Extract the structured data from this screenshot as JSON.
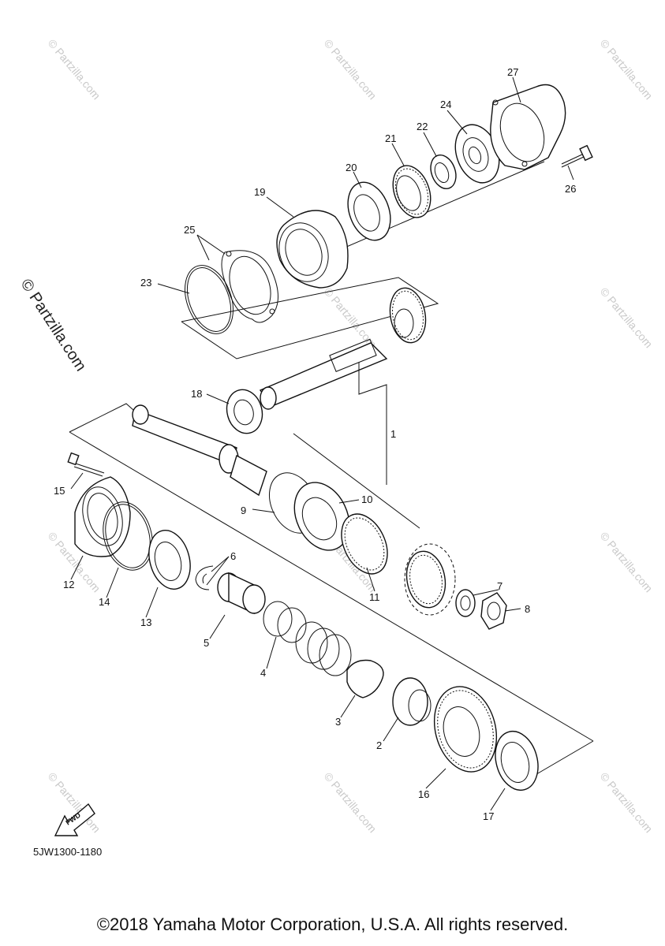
{
  "diagram": {
    "callouts": [
      "1",
      "2",
      "3",
      "4",
      "5",
      "6",
      "7",
      "8",
      "9",
      "10",
      "11",
      "12",
      "13",
      "14",
      "15",
      "16",
      "17",
      "18",
      "19",
      "20",
      "21",
      "22",
      "23",
      "24",
      "25",
      "26",
      "27"
    ],
    "watermark": "© Partzilla.com",
    "side_watermark": "© Partzilla.com",
    "fwd_label": "FWD",
    "diagram_code": "5JW1300-1180"
  },
  "footer": {
    "copyright": "©2018 Yamaha Motor Corporation, U.S.A. All rights reserved."
  }
}
